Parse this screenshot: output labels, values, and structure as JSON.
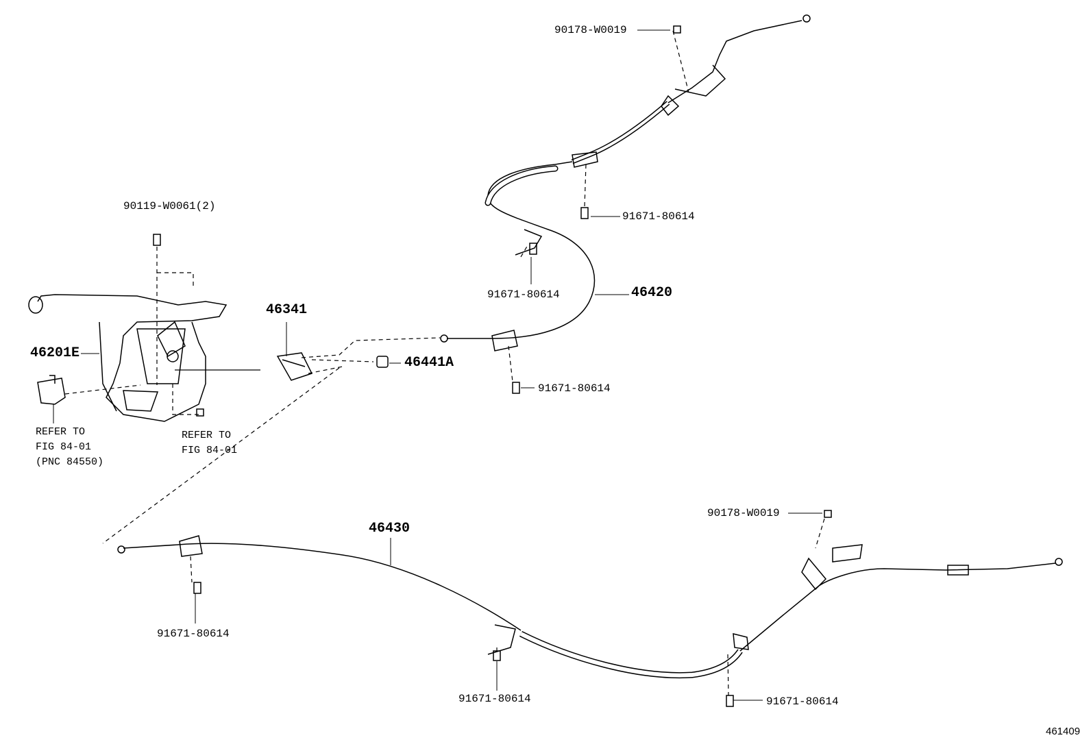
{
  "diagram": {
    "figure_id": "461409",
    "callouts": {
      "nut_upper_right": "90178-W0019",
      "bolt_lever_2": "90119-W0061(2)",
      "bolt_upper_a": "91671-80614",
      "bolt_upper_b": "91671-80614",
      "cable_46420": "46420",
      "bolt_upper_c": "91671-80614",
      "part_46341": "46341",
      "part_46441A": "46441A",
      "lever_46201E": "46201E",
      "ref_left_line1": "REFER TO",
      "ref_left_line2": "FIG 84-01",
      "ref_left_line3": "(PNC 84550)",
      "ref_mid_line1": "REFER TO",
      "ref_mid_line2": "FIG 84-01",
      "cable_46430": "46430",
      "nut_lower_right": "90178-W0019",
      "bolt_lower_a": "91671-80614",
      "bolt_lower_b": "91671-80614",
      "bolt_lower_c": "91671-80614"
    }
  }
}
